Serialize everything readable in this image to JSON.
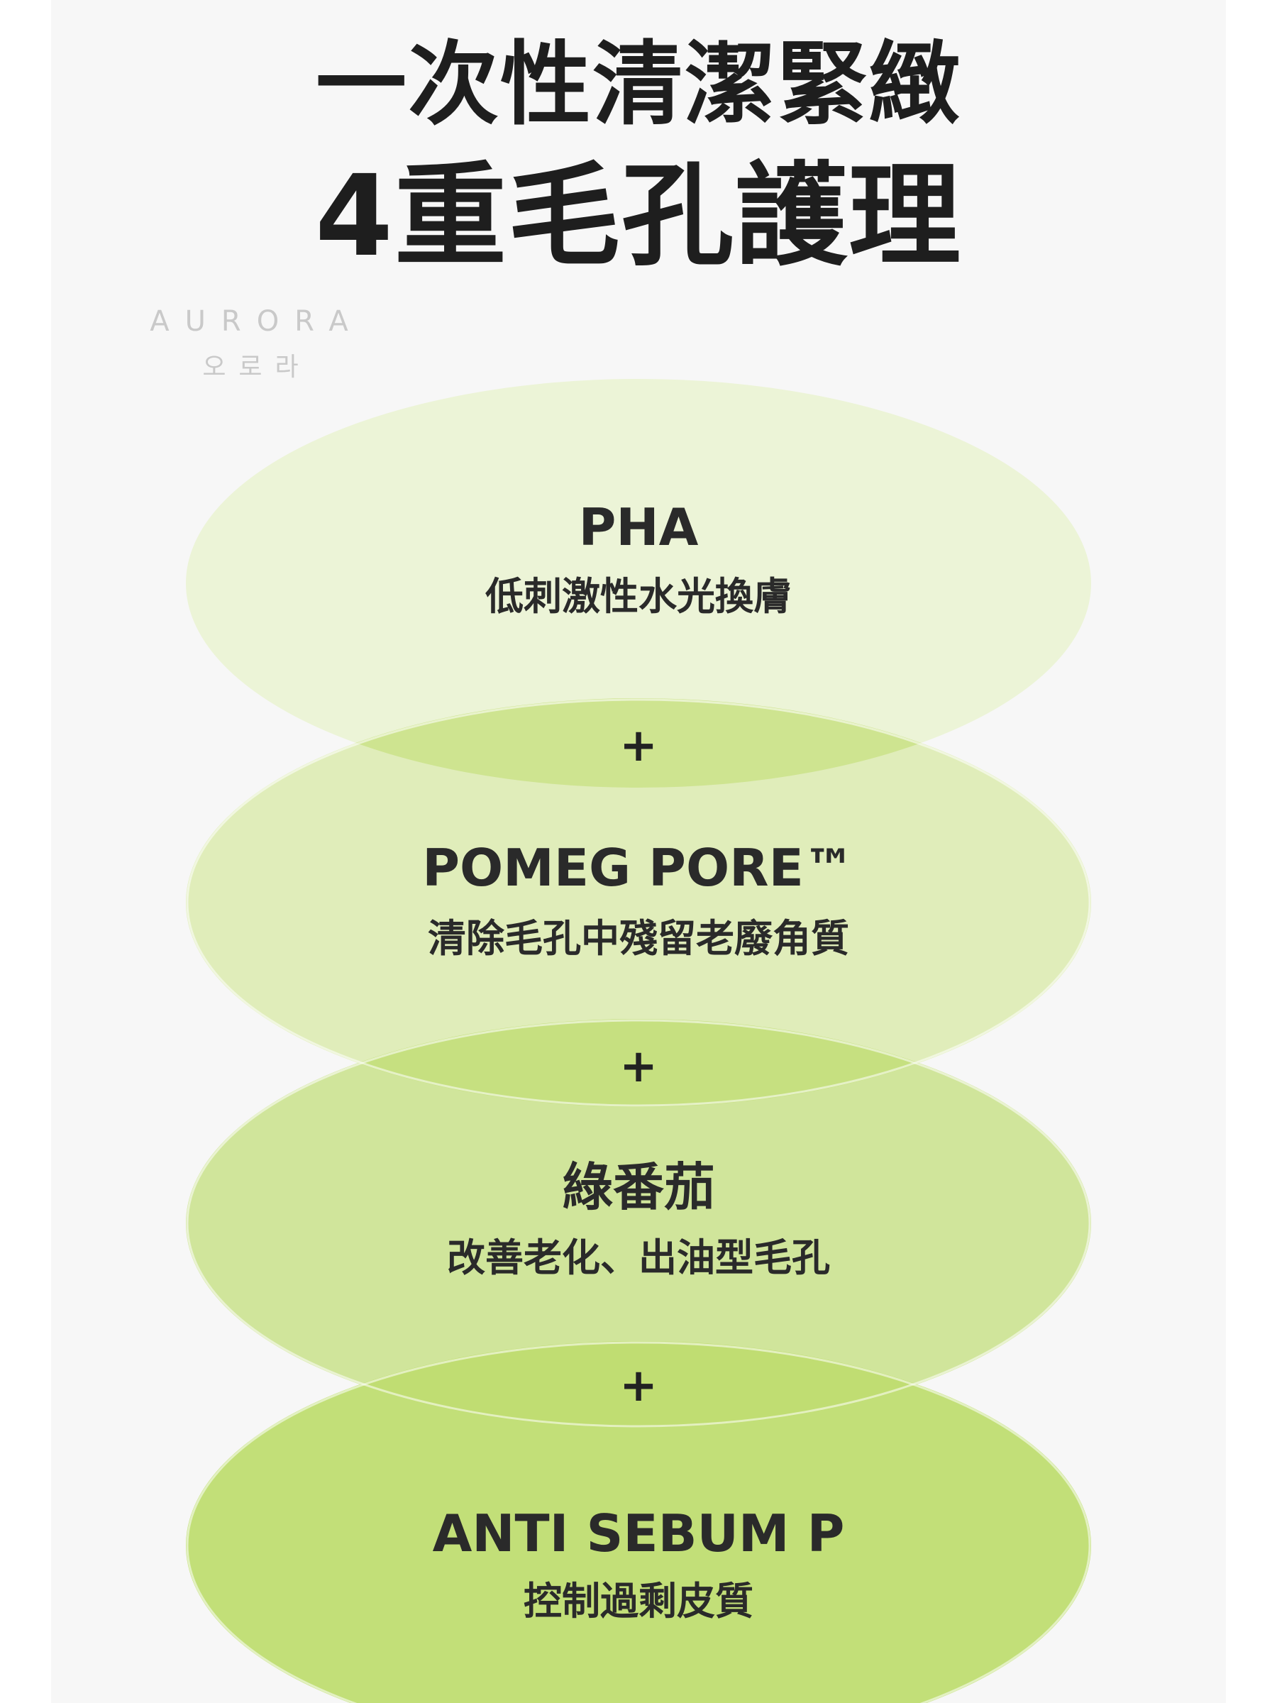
{
  "header": {
    "line1": "一次性清潔緊緻",
    "line2": "4重毛孔護理"
  },
  "watermark": {
    "en": "AURORA",
    "ko": "오로라"
  },
  "ingredients": [
    {
      "name": "PHA",
      "desc": "低刺激性水光換膚",
      "color": "#ecf4d7"
    },
    {
      "name": "POMEG PORE™",
      "desc": "清除毛孔中殘留老廢角質",
      "color": "#e0edba"
    },
    {
      "name": "綠番茄",
      "desc": "改善老化、出油型毛孔",
      "color": "#d0e59b"
    },
    {
      "name": "ANTI SEBUM P",
      "desc": "控制過剩皮質",
      "color": "#c2df78"
    }
  ],
  "overlap_color": "#bfdc6e",
  "plus_symbol": "+"
}
